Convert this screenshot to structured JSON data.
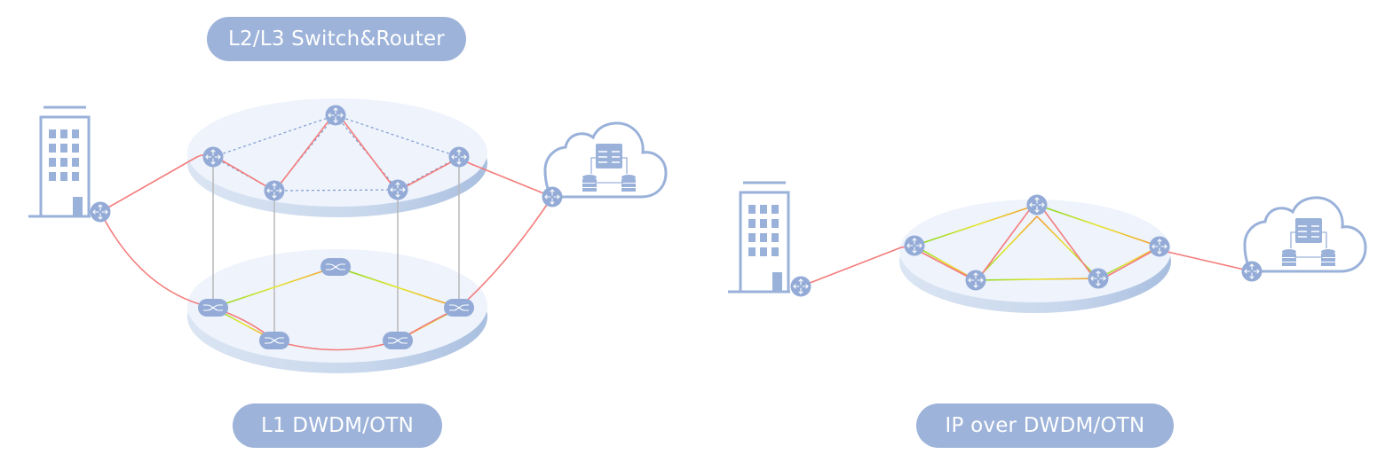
{
  "diagrams": [
    {
      "name": "multi-layer",
      "top_label": "L2/L3 Switch&Router",
      "bottom_label": "L1 DWDM/OTN",
      "layers": [
        {
          "name": "L2/L3 router layer",
          "node_type": "router",
          "node_count": 5
        },
        {
          "name": "L1 DWDM/OTN layer",
          "node_type": "optical-cross-connect",
          "node_count": 5
        }
      ],
      "endpoints": [
        "enterprise-building",
        "cloud-data-center"
      ]
    },
    {
      "name": "converged",
      "bottom_label": "IP over DWDM/OTN",
      "layers": [
        {
          "name": "IP over DWDM/OTN layer",
          "node_type": "router",
          "node_count": 5
        }
      ],
      "endpoints": [
        "enterprise-building",
        "cloud-data-center"
      ]
    }
  ],
  "colors": {
    "label_bg": "#9db3d9",
    "label_text": "#ffffff",
    "node_fill": "#93abd6",
    "disk_top": "#eef3fc",
    "disk_side": "#c9d6ea",
    "service_path": "#f47c7c",
    "dashed_link": "#7f9bd0",
    "vertical_link": "#b8b8b8",
    "optical_green": "#7fd61e",
    "optical_yellow": "#e6e62e",
    "optical_orange": "#f39a2e",
    "icon_stroke": "#9ab1da"
  }
}
